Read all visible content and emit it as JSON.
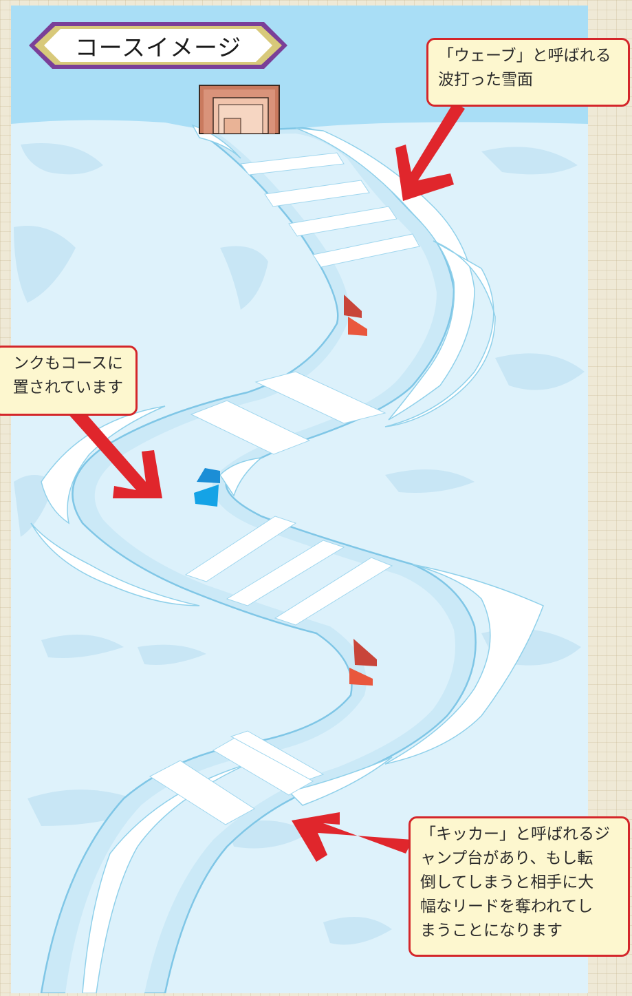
{
  "title": "コースイメージ",
  "callouts": {
    "wave": "「ウェーブ」と呼ばれる\n波打った雪面",
    "bank": "ンクもコースに\n置されています",
    "kicker": "「キッカー」と呼ばれるジ\nャンプ台があり、もし転\n倒してしまうと相手に大\n幅なリードを奪われてし\nまうことになります"
  },
  "colors": {
    "sky": "#a9def6",
    "snow": "#def2fb",
    "snow_shade": "#c2e4f4",
    "track_edge": "#7fc6e6",
    "arrow": "#e0262c",
    "gate_red": "#c8453a",
    "gate_blue": "#1b8ed6",
    "banner_border": "#7a3f98",
    "banner_gold": "#d8c97a"
  }
}
